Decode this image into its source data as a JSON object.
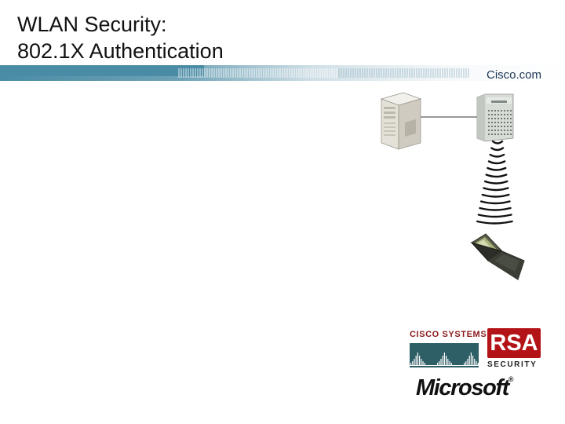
{
  "title": {
    "line1": "WLAN Security:",
    "line2": "802.1X Authentication"
  },
  "header": {
    "site_label": "Cisco.com"
  },
  "diagram": {
    "nodes": [
      "authentication-server",
      "access-point",
      "laptop-client"
    ],
    "links": [
      {
        "from": "authentication-server",
        "to": "access-point",
        "kind": "wired"
      },
      {
        "from": "access-point",
        "to": "laptop-client",
        "kind": "wireless"
      }
    ]
  },
  "logos": {
    "cisco": "Cisco Systems",
    "rsa": "RSA",
    "rsa_sub": "SECURITY",
    "microsoft": "Microsoft",
    "registered": "®"
  },
  "colors": {
    "banner": "#4a8ca5",
    "banner_dark": "#1d3f55",
    "cisco_red": "#8a1a1a",
    "cisco_teal": "#2e5e66",
    "rsa_red": "#b31217"
  }
}
